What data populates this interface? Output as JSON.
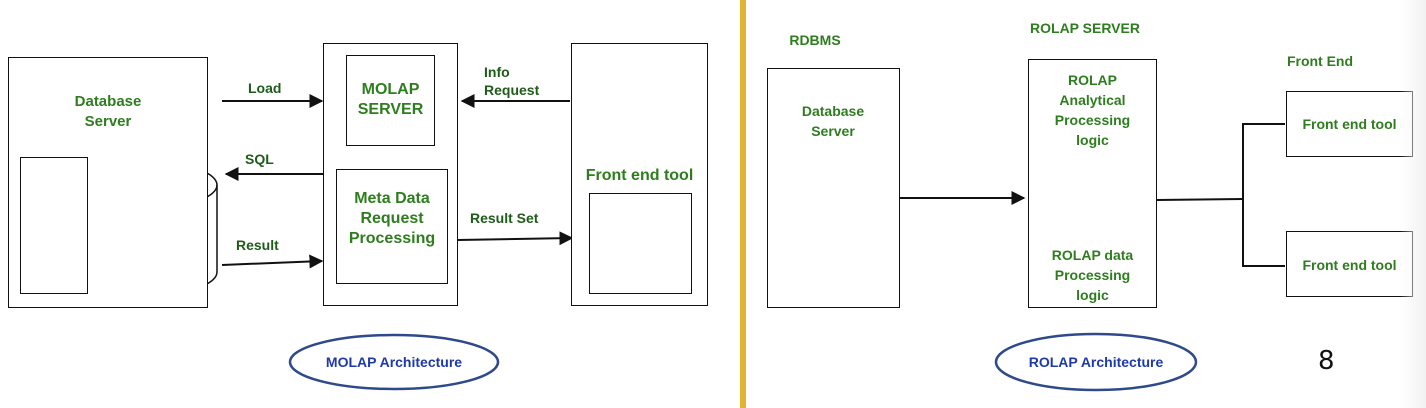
{
  "molap": {
    "database_server_label": "Database\nServer",
    "load_label": "Load",
    "sql_label": "SQL",
    "result_label": "Result",
    "molap_server_label": "MOLAP\nSERVER",
    "meta_data_label": "Meta Data\nRequest\nProcessing",
    "info_request_label": "Info\nRequest",
    "result_set_label": "Result Set",
    "front_end_tool_label": "Front end tool",
    "caption": "MOLAP Architecture"
  },
  "rolap": {
    "rdbms_label": "RDBMS",
    "rolap_server_label": "ROLAP SERVER",
    "front_end_label": "Front End",
    "database_server_label": "Database\nServer",
    "analytical_label": "ROLAP\nAnalytical\nProcessing\nlogic",
    "data_processing_label": "ROLAP data\nProcessing\nlogic",
    "front_end_tool_1": "Front end tool",
    "front_end_tool_2": "Front end tool",
    "caption": "ROLAP Architecture"
  },
  "page_number": "8",
  "colors": {
    "label_green": "#2e7d1e",
    "caption_blue": "#1e3aa8",
    "oval_border": "#2f4a8a",
    "divider": "#e3b431"
  }
}
